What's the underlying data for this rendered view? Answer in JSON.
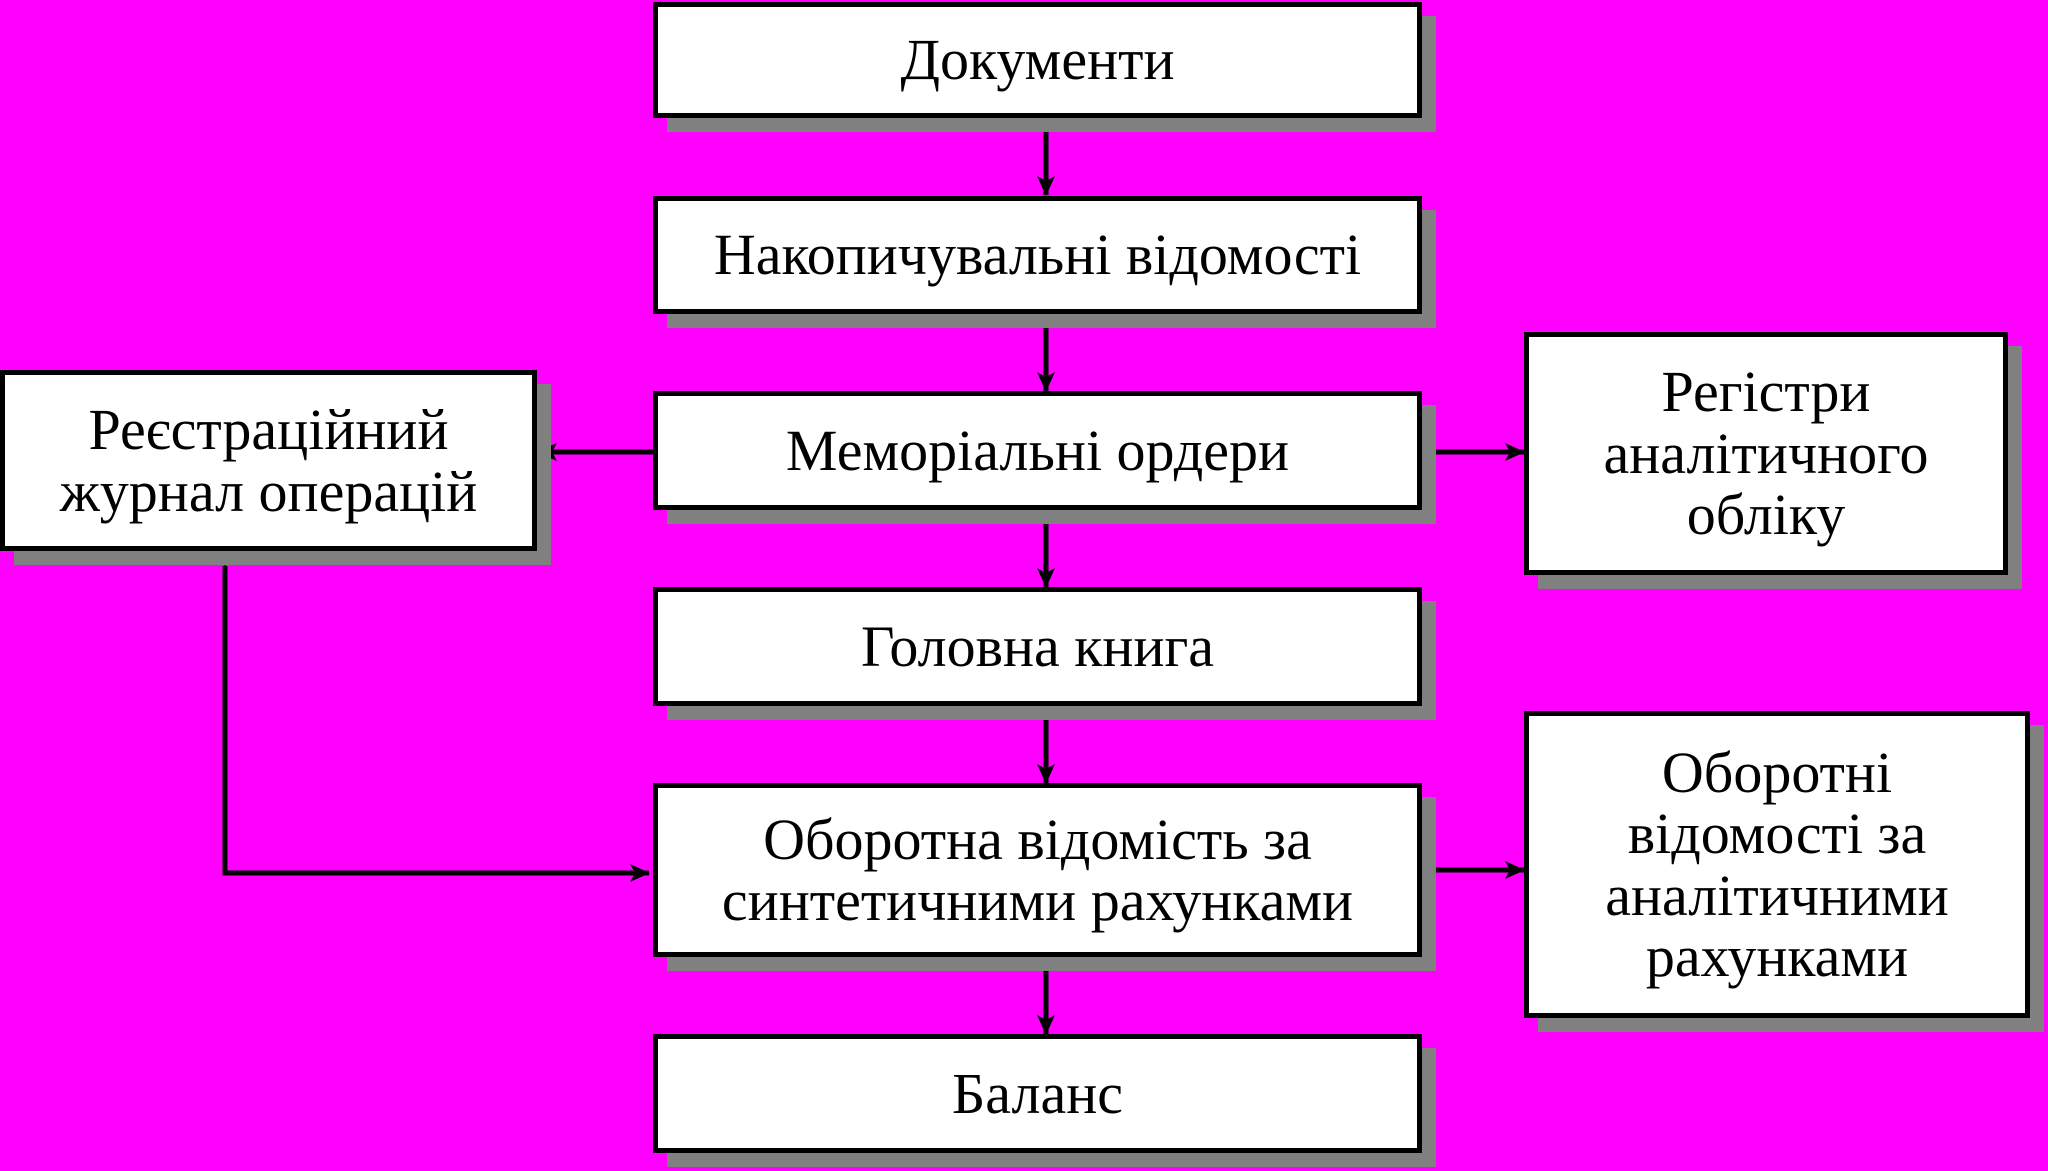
{
  "colors": {
    "background": "#ff00ff",
    "box_fill": "#ffffff",
    "box_border": "#000000",
    "shadow": "#808080",
    "arrow": "#000000"
  },
  "nodes": {
    "documents": "Документи",
    "accumulative": "Накопичувальні відомості",
    "memorial": "Меморіальні ордери",
    "journal": "Реєстраційний\nжурнал операцій",
    "analytical": "Регістри\nаналітичного\nобліку",
    "ledger": "Головна книга",
    "synthetic": "Оборотна відомість за\nсинтетичними рахунками",
    "analytical_turnover": "Оборотні\nвідомості за\nаналітичними\nрахунками",
    "balance": "Баланс"
  }
}
